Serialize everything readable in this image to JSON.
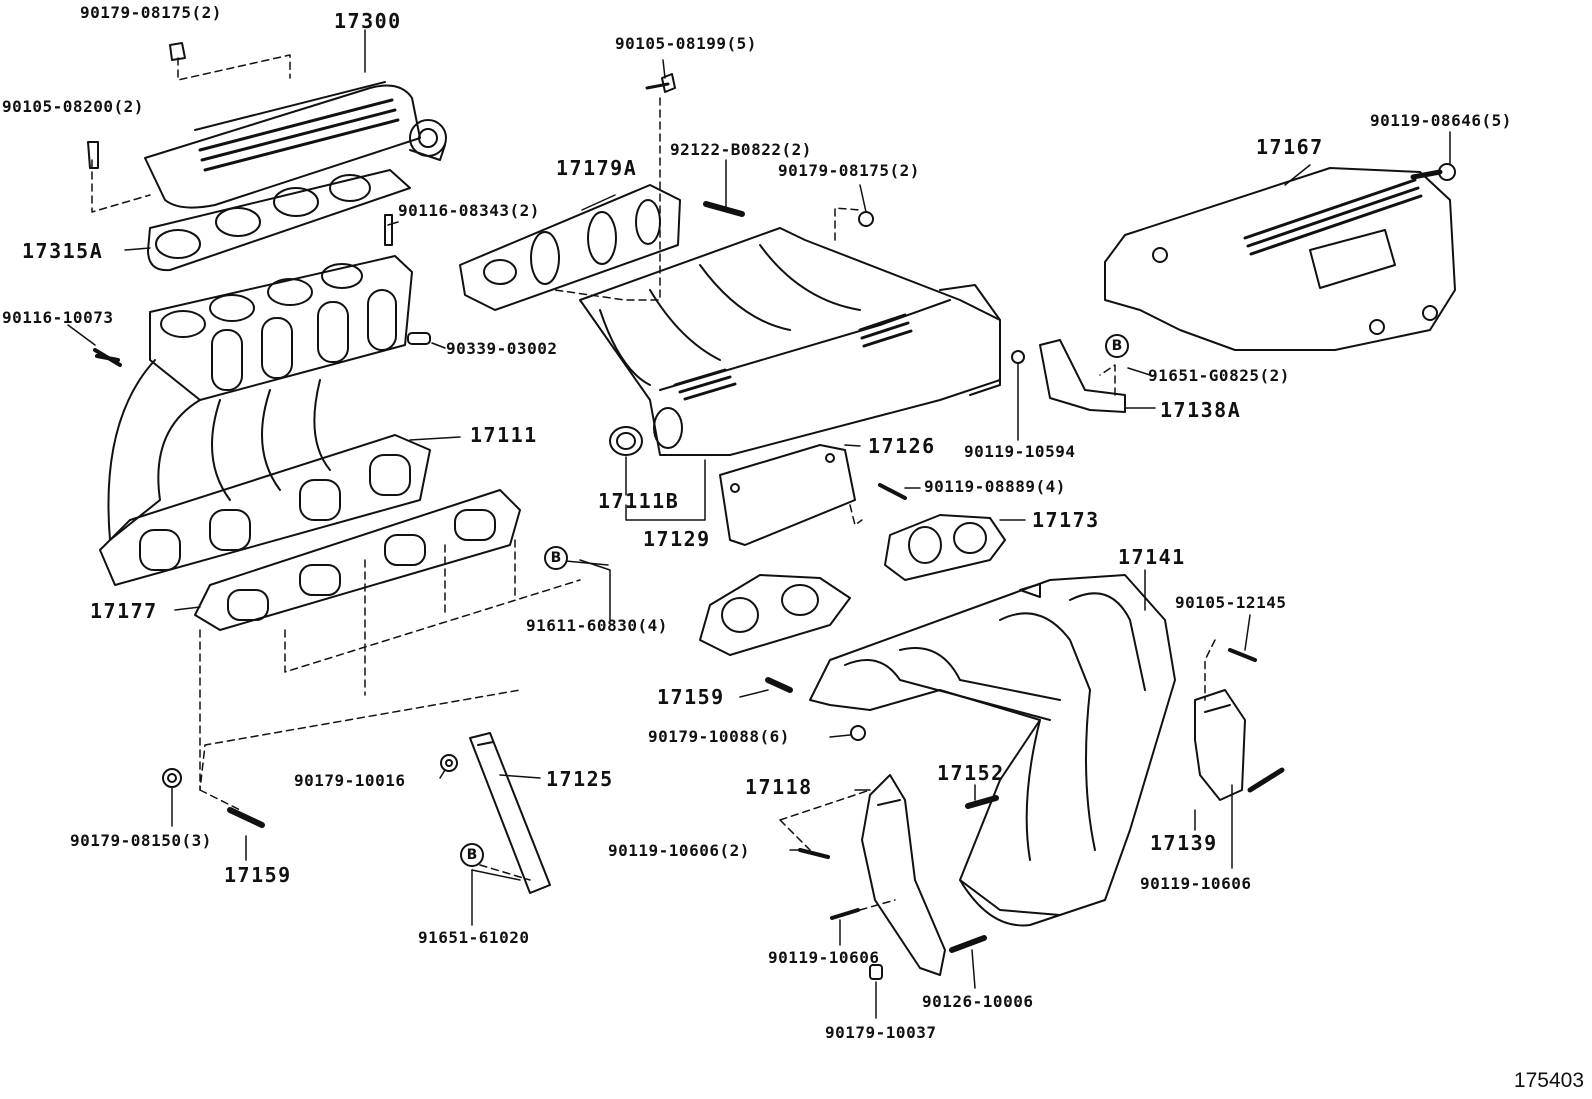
{
  "labels": {
    "p17300": "17300",
    "p90179_08175_top": "90179-08175(2)",
    "p90105_08200": "90105-08200(2)",
    "p17315A": "17315A",
    "p90116_08343": "90116-08343(2)",
    "p90116_10073": "90116-10073",
    "p90339_03002": "90339-03002",
    "p17111": "17111",
    "p17177": "17177",
    "p91611_60830": "91611-60830(4)",
    "p90179_08150": "90179-08150(3)",
    "p17159_left": "17159",
    "p90179_10016": "90179-10016",
    "p17125": "17125",
    "p91651_61020": "91651-61020",
    "p90105_08199": "90105-08199(5)",
    "p92122_B0822": "92122-B0822(2)",
    "p17179A": "17179A",
    "p90179_08175_mid": "90179-08175(2)",
    "p17111B": "17111B",
    "p17129": "17129",
    "p17126": "17126",
    "p90119_08889": "90119-08889(4)",
    "p17173": "17173",
    "p90119_08646": "90119-08646(5)",
    "p17167": "17167",
    "p91651_G0825": "91651-G0825(2)",
    "p17138A": "17138A",
    "p90119_10594": "90119-10594",
    "p17141": "17141",
    "p90105_12145": "90105-12145",
    "p17159_mid": "17159",
    "p90179_10088": "90179-10088(6)",
    "p17118": "17118",
    "p17152": "17152",
    "p90119_10606_a": "90119-10606(2)",
    "p17139": "17139",
    "p90119_10606_b": "90119-10606",
    "p90119_10606_c": "90119-10606",
    "p90126_10006": "90126-10006",
    "p90179_10037": "90179-10037"
  },
  "markers": {
    "b1": "B",
    "b2": "B",
    "b3": "B"
  },
  "reference_number": "175403"
}
